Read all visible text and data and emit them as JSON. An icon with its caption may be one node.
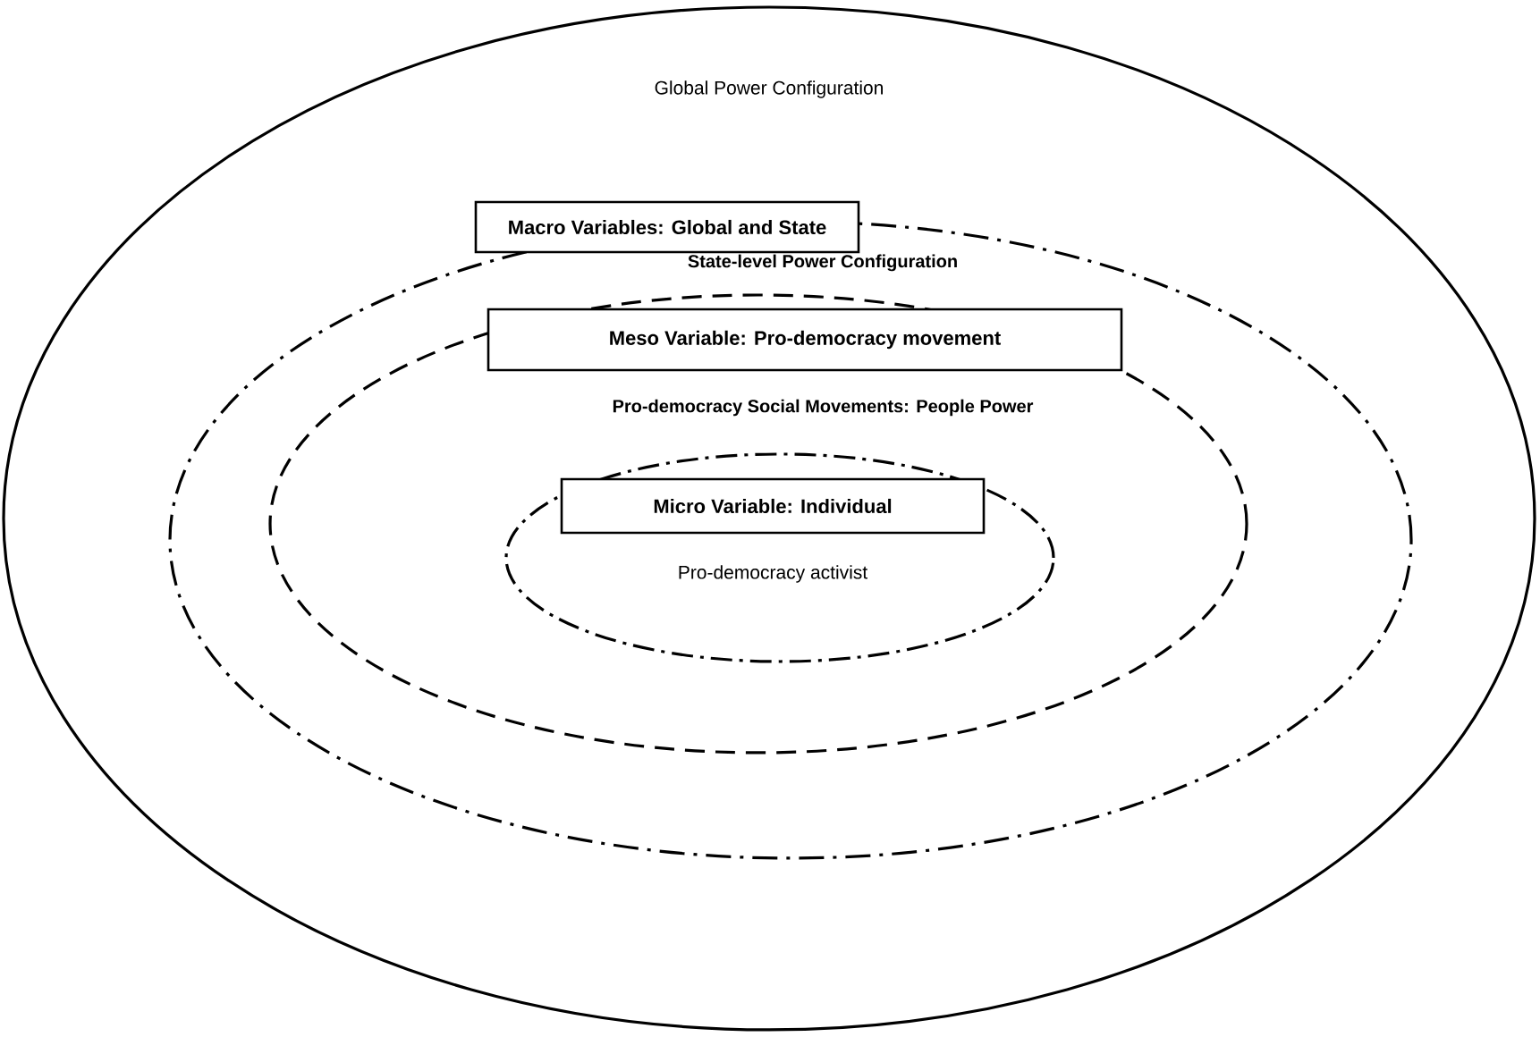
{
  "diagram": {
    "nodes": [
      {
        "text": [
          "Global Power Configuration"
        ]
      },
      {
        "text": [
          "Macro Variables: Global and State"
        ],
        "in": 0
      },
      {
        "text": [
          "State-level Power Configuration"
        ],
        "in": 0
      },
      {
        "text": [
          "Meso Variable: Pro-democracy movement"
        ],
        "in": 4
      },
      {
        "text": [
          "Pro-democracy Social Movements: People Power"
        ],
        "in": 2
      },
      {
        "text": [
          "Micro Variable: Individual"
        ],
        "in": 6
      },
      {
        "text": [
          "Pro-democracy activist"
        ],
        "in": 4
      }
    ]
  }
}
